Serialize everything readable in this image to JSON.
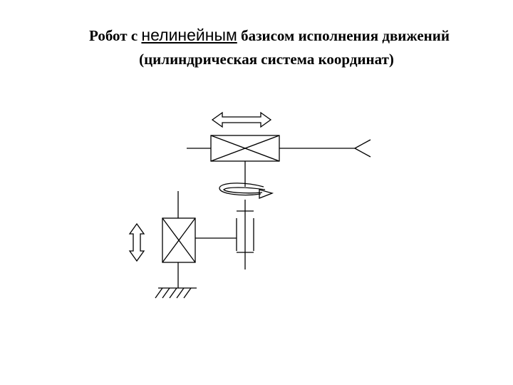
{
  "title": {
    "line1_before": "Робот с ",
    "line1_emphasis": "нелинейным",
    "line1_after": " базисом исполнения движений",
    "line2": "(цилиндрическая система координат)"
  },
  "diagram": {
    "elements": [
      {
        "id": "horizontal-slider-joint",
        "kind": "prismatic joint (horizontal)"
      },
      {
        "id": "horizontal-motion-arrow",
        "kind": "double-headed arrow"
      },
      {
        "id": "rotation-arrow",
        "kind": "rotation indicator"
      },
      {
        "id": "rotary-shaft",
        "kind": "revolute joint column"
      },
      {
        "id": "vertical-slider-joint",
        "kind": "prismatic joint (vertical)"
      },
      {
        "id": "vertical-motion-arrow",
        "kind": "double-headed arrow"
      },
      {
        "id": "gripper",
        "kind": "end effector"
      },
      {
        "id": "ground-base",
        "kind": "fixed base"
      }
    ]
  }
}
